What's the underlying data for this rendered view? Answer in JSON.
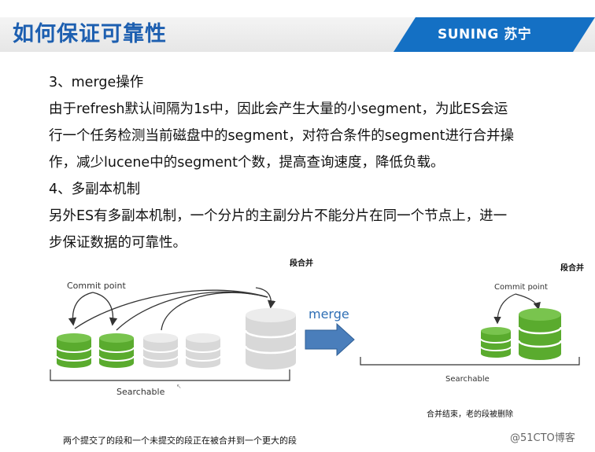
{
  "header": {
    "title": "如何保证可靠性",
    "brand": "SUNING 苏宁",
    "brand_color": "#1470c4",
    "title_color": "#1d5fb0"
  },
  "content": {
    "lines": [
      "3、merge操作",
      "由于refresh默认间隔为1s中，因此会产生大量的小segment，为此ES会运",
      "行一个任务检测当前磁盘中的segment，对符合条件的segment进行合并操",
      "作，减少lucene中的segment个数，提高查询速度，降低负载。",
      "4、多副本机制",
      "另外ES有多副本机制，一个分片的主副分片不能分片在同一个节点上，进一",
      "步保证数据的可靠性。"
    ]
  },
  "diagram": {
    "left_title": "段合并",
    "right_title": "段合并",
    "commit_point_left": "Commit point",
    "commit_point_right": "Commit point",
    "searchable_left": "Searchable",
    "searchable_right": "Searchable",
    "merge_label": "merge",
    "left_caption": "两个提交了的段和一个未提交的段正在被合并到一个更大的段",
    "right_caption": "合并结束，老的段被删除",
    "green": "#5aab2e",
    "grey": "#dcdcdc",
    "arrow_blue": "#4a7ebb"
  },
  "watermark": "@51CTO博客"
}
